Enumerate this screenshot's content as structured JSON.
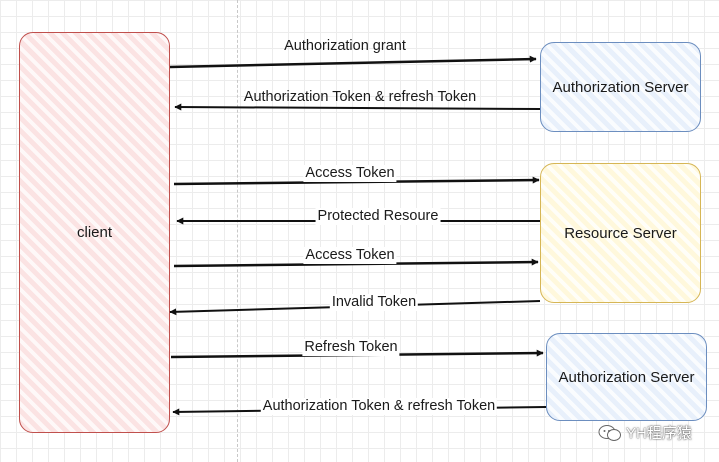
{
  "nodes": {
    "client": "client",
    "auth_server_top": "Authorization Server",
    "resource_server": "Resource Server",
    "auth_server_bottom": "Authorization Server"
  },
  "edges": [
    {
      "label": "Authorization  grant",
      "from": "client",
      "to": "auth_server_top"
    },
    {
      "label": "Authorization Token & refresh Token",
      "from": "auth_server_top",
      "to": "client"
    },
    {
      "label": "Access Token",
      "from": "client",
      "to": "resource_server"
    },
    {
      "label": "Protected Resoure",
      "from": "resource_server",
      "to": "client"
    },
    {
      "label": "Access Token",
      "from": "client",
      "to": "resource_server"
    },
    {
      "label": "Invalid Token",
      "from": "resource_server",
      "to": "client"
    },
    {
      "label": "Refresh Token",
      "from": "client",
      "to": "auth_server_bottom"
    },
    {
      "label": "Authorization Token & refresh Token",
      "from": "auth_server_bottom",
      "to": "client"
    }
  ],
  "watermark": "YH程序猿"
}
